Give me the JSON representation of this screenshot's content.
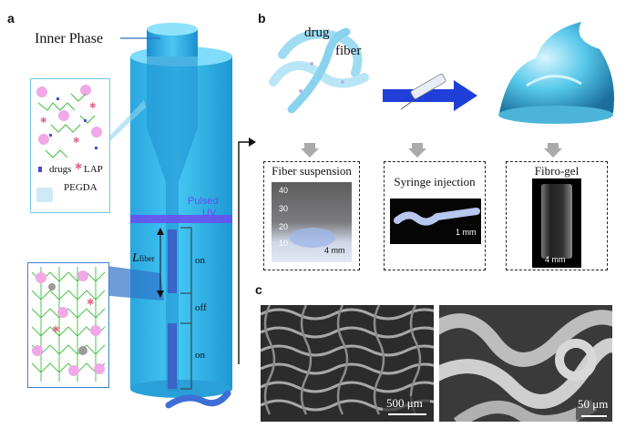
{
  "panels": {
    "a": {
      "letter": "a",
      "inner_phase": "Inner Phase",
      "legend": {
        "drugs": "drugs",
        "lap": "LAP",
        "pegda": "PEGDA"
      },
      "pulsed": "Pulsed",
      "uv": "UV",
      "l_symbol": "L",
      "l_sub": "fiber",
      "on_top": "on",
      "off": "off",
      "on_bottom": "on"
    },
    "b": {
      "letter": "b",
      "drug": "drug",
      "fiber": "fiber",
      "fiber_suspension": {
        "title": "Fiber suspension",
        "scale": "4 mm",
        "ticks": [
          "40",
          "30",
          "20",
          "10"
        ]
      },
      "syringe_injection": {
        "title": "Syringe injection",
        "scale": "1 mm"
      },
      "fibro_gel": {
        "title": "Fibro-gel",
        "scale": "4 mm"
      }
    },
    "c": {
      "letter": "c",
      "sem_left_scale": "500 μm",
      "sem_right_scale": "50 μm"
    }
  },
  "colors": {
    "device_blue": "#33b9ec",
    "arrow_blue": "#1f3fd8",
    "uv_purple": "#6a4cf0",
    "fiber_blue": "#3f6fd6"
  }
}
